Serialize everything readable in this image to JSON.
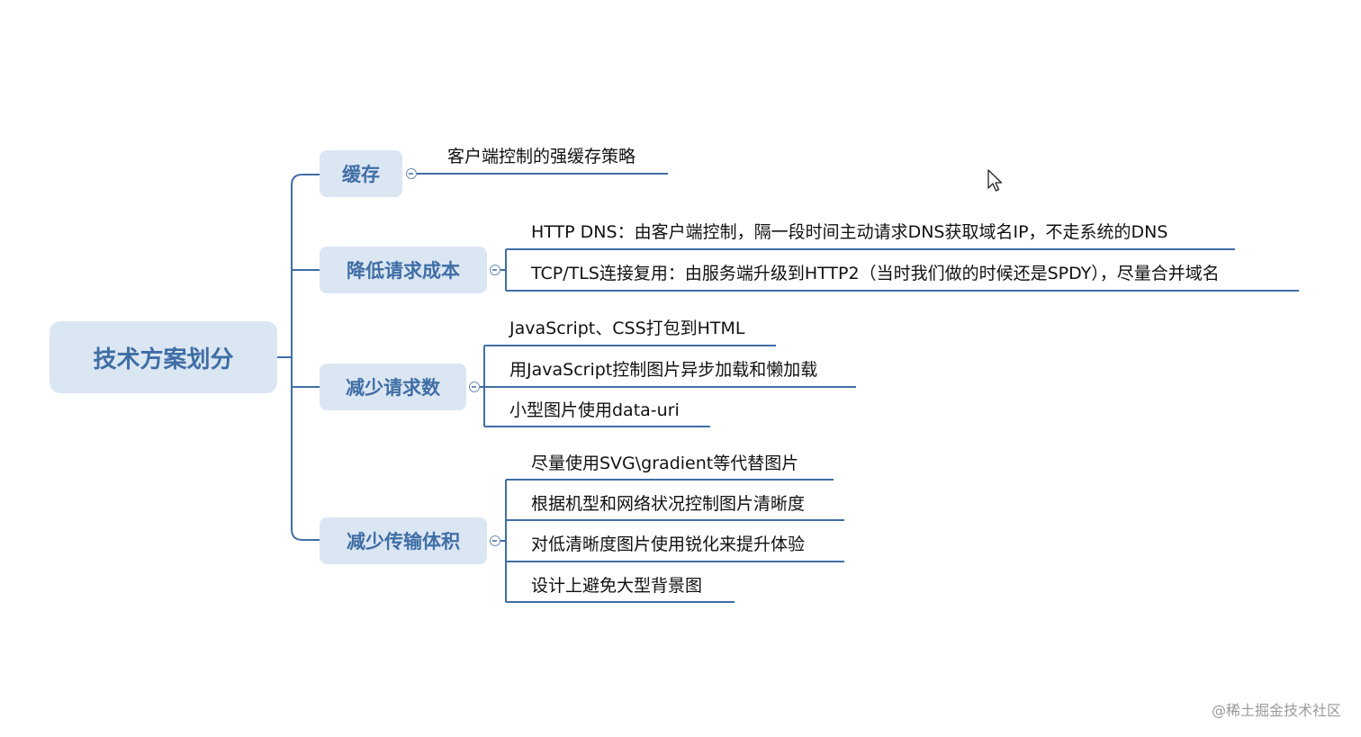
{
  "diagram": {
    "root": {
      "label": "技术方案划分"
    },
    "branches": [
      {
        "label": "缓存",
        "children": [
          "客户端控制的强缓存策略"
        ]
      },
      {
        "label": "降低请求成本",
        "children": [
          "HTTP DNS：由客户端控制，隔一段时间主动请求DNS获取域名IP，不走系统的DNS",
          "TCP/TLS连接复用：由服务端升级到HTTP2（当时我们做的时候还是SPDY），尽量合并域名"
        ]
      },
      {
        "label": "减少请求数",
        "children": [
          "JavaScript、CSS打包到HTML",
          "用JavaScript控制图片异步加载和懒加载",
          "小型图片使用data-uri"
        ]
      },
      {
        "label": "减少传输体积",
        "children": [
          "尽量使用SVG\\gradient等代替图片",
          "根据机型和网络状况控制图片清晰度",
          "对低清晰度图片使用锐化来提升体验",
          "设计上避免大型背景图"
        ]
      }
    ],
    "colors": {
      "node_fill": "#dbe6f3",
      "node_text": "#3f6ea5",
      "connector": "#3f6ea5"
    }
  },
  "watermark": "@稀土掘金技术社区"
}
